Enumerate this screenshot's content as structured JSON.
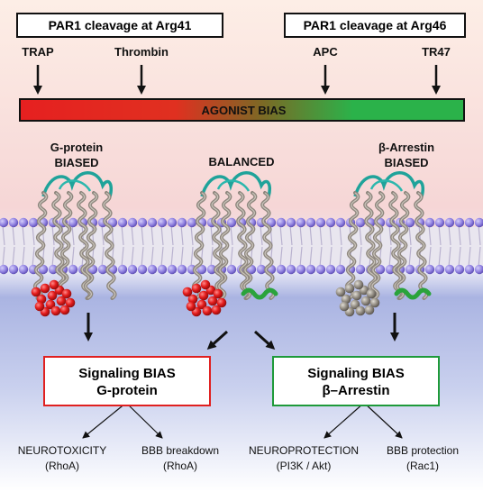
{
  "cleavage": {
    "left": "PAR1 cleavage at Arg41",
    "right": "PAR1 cleavage at Arg46"
  },
  "agonists": [
    "TRAP",
    "Thrombin",
    "APC",
    "TR47"
  ],
  "bias_bar": {
    "label": "AGONIST BIAS",
    "colors": [
      "#e62020",
      "#2bb24a"
    ]
  },
  "receptors": {
    "left": [
      "G-protein",
      "BIASED"
    ],
    "center": "BALANCED",
    "right": [
      "β-Arrestin",
      "BIASED"
    ]
  },
  "signaling": {
    "gprotein": {
      "line1": "Signaling BIAS",
      "line2": "G-protein",
      "color": "#e02020"
    },
    "arrestin": {
      "line1": "Signaling BIAS",
      "line2": "β–Arrestin",
      "color": "#1e9a3a"
    }
  },
  "outcomes": {
    "neurotox": [
      "NEUROTOXICITY",
      "(RhoA)"
    ],
    "bbb_break": [
      "BBB breakdown",
      "(RhoA)"
    ],
    "neuroprot": [
      "NEUROPROTECTION",
      "(PI3K / Akt)"
    ],
    "bbb_prot": [
      "BBB protection",
      "(Rac1)"
    ]
  }
}
